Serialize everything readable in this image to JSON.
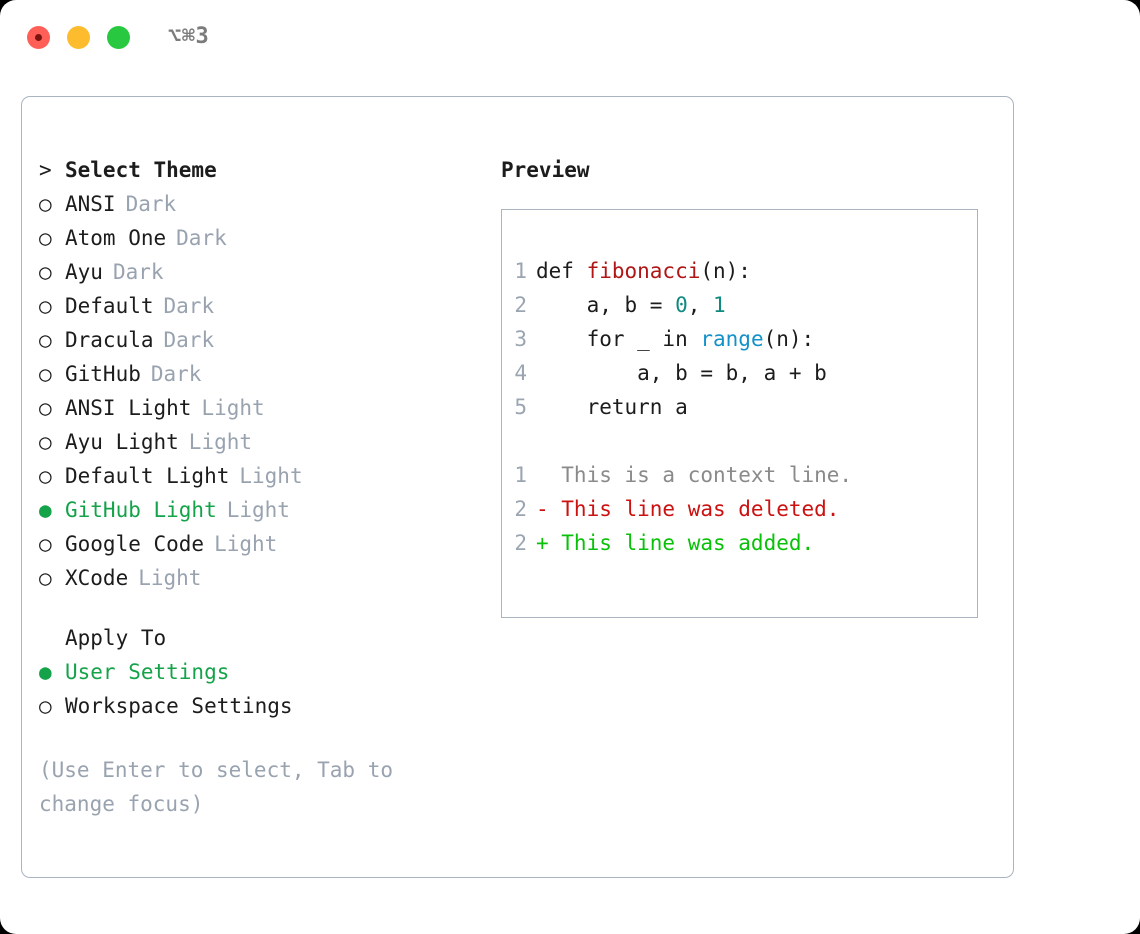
{
  "window": {
    "traffic_lights": [
      {
        "name": "close",
        "color": "#ff5f57"
      },
      {
        "name": "minimize",
        "color": "#fdbc2e"
      },
      {
        "name": "zoom",
        "color": "#28c840"
      }
    ],
    "title_shortcut": "⌥⌘3"
  },
  "theme_picker": {
    "header_marker": ">",
    "header_label": "Select Theme",
    "unselected_marker": "○",
    "selected_marker": "●",
    "items": [
      {
        "marker": "○",
        "label": "ANSI",
        "badge": "Dark",
        "selected": false
      },
      {
        "marker": "○",
        "label": "Atom One",
        "badge": "Dark",
        "selected": false
      },
      {
        "marker": "○",
        "label": "Ayu",
        "badge": "Dark",
        "selected": false
      },
      {
        "marker": "○",
        "label": "Default",
        "badge": "Dark",
        "selected": false
      },
      {
        "marker": "○",
        "label": "Dracula",
        "badge": "Dark",
        "selected": false
      },
      {
        "marker": "○",
        "label": "GitHub",
        "badge": "Dark",
        "selected": false
      },
      {
        "marker": "○",
        "label": "ANSI Light",
        "badge": "Light",
        "selected": false
      },
      {
        "marker": "○",
        "label": "Ayu Light",
        "badge": "Light",
        "selected": false
      },
      {
        "marker": "○",
        "label": "Default Light",
        "badge": "Light",
        "selected": false
      },
      {
        "marker": "●",
        "label": "GitHub Light",
        "badge": "Light",
        "selected": true
      },
      {
        "marker": "○",
        "label": "Google Code",
        "badge": "Light",
        "selected": false
      },
      {
        "marker": "○",
        "label": "XCode",
        "badge": "Light",
        "selected": false
      }
    ]
  },
  "apply_to": {
    "header_label": "Apply To",
    "items": [
      {
        "marker": "●",
        "label": "User Settings",
        "selected": true
      },
      {
        "marker": "○",
        "label": "Workspace Settings",
        "selected": false
      }
    ]
  },
  "help_text": "(Use Enter to select, Tab to\nchange focus)",
  "preview": {
    "title": "Preview",
    "code_lines": [
      {
        "no": "1",
        "tokens": [
          {
            "text": "def ",
            "kind": "plain"
          },
          {
            "text": "fibonacci",
            "kind": "fn"
          },
          {
            "text": "(n):",
            "kind": "plain"
          }
        ]
      },
      {
        "no": "2",
        "tokens": [
          {
            "text": "    a, b = ",
            "kind": "plain"
          },
          {
            "text": "0",
            "kind": "num"
          },
          {
            "text": ", ",
            "kind": "plain"
          },
          {
            "text": "1",
            "kind": "num"
          }
        ]
      },
      {
        "no": "3",
        "tokens": [
          {
            "text": "    for _ in ",
            "kind": "plain"
          },
          {
            "text": "range",
            "kind": "built"
          },
          {
            "text": "(n):",
            "kind": "plain"
          }
        ]
      },
      {
        "no": "4",
        "tokens": [
          {
            "text": "        a, b = b, a + b",
            "kind": "plain"
          }
        ]
      },
      {
        "no": "5",
        "tokens": [
          {
            "text": "    return a",
            "kind": "plain"
          }
        ]
      }
    ],
    "diff_lines": [
      {
        "no": "1",
        "kind": "context",
        "text": "  This is a context line."
      },
      {
        "no": "2",
        "kind": "del",
        "text": "- This line was deleted."
      },
      {
        "no": "2",
        "kind": "add",
        "text": "+ This line was added."
      }
    ]
  },
  "colors": {
    "accent_green": "#15a34a",
    "muted_gray": "#99a3b0",
    "border": "#aab4c0",
    "syntax_function": "#b01616",
    "syntax_number": "#0f8a80",
    "syntax_builtin": "#1491c8",
    "diff_added": "#0ac10a",
    "diff_deleted": "#cc1111",
    "diff_context": "#8a8a8a"
  }
}
